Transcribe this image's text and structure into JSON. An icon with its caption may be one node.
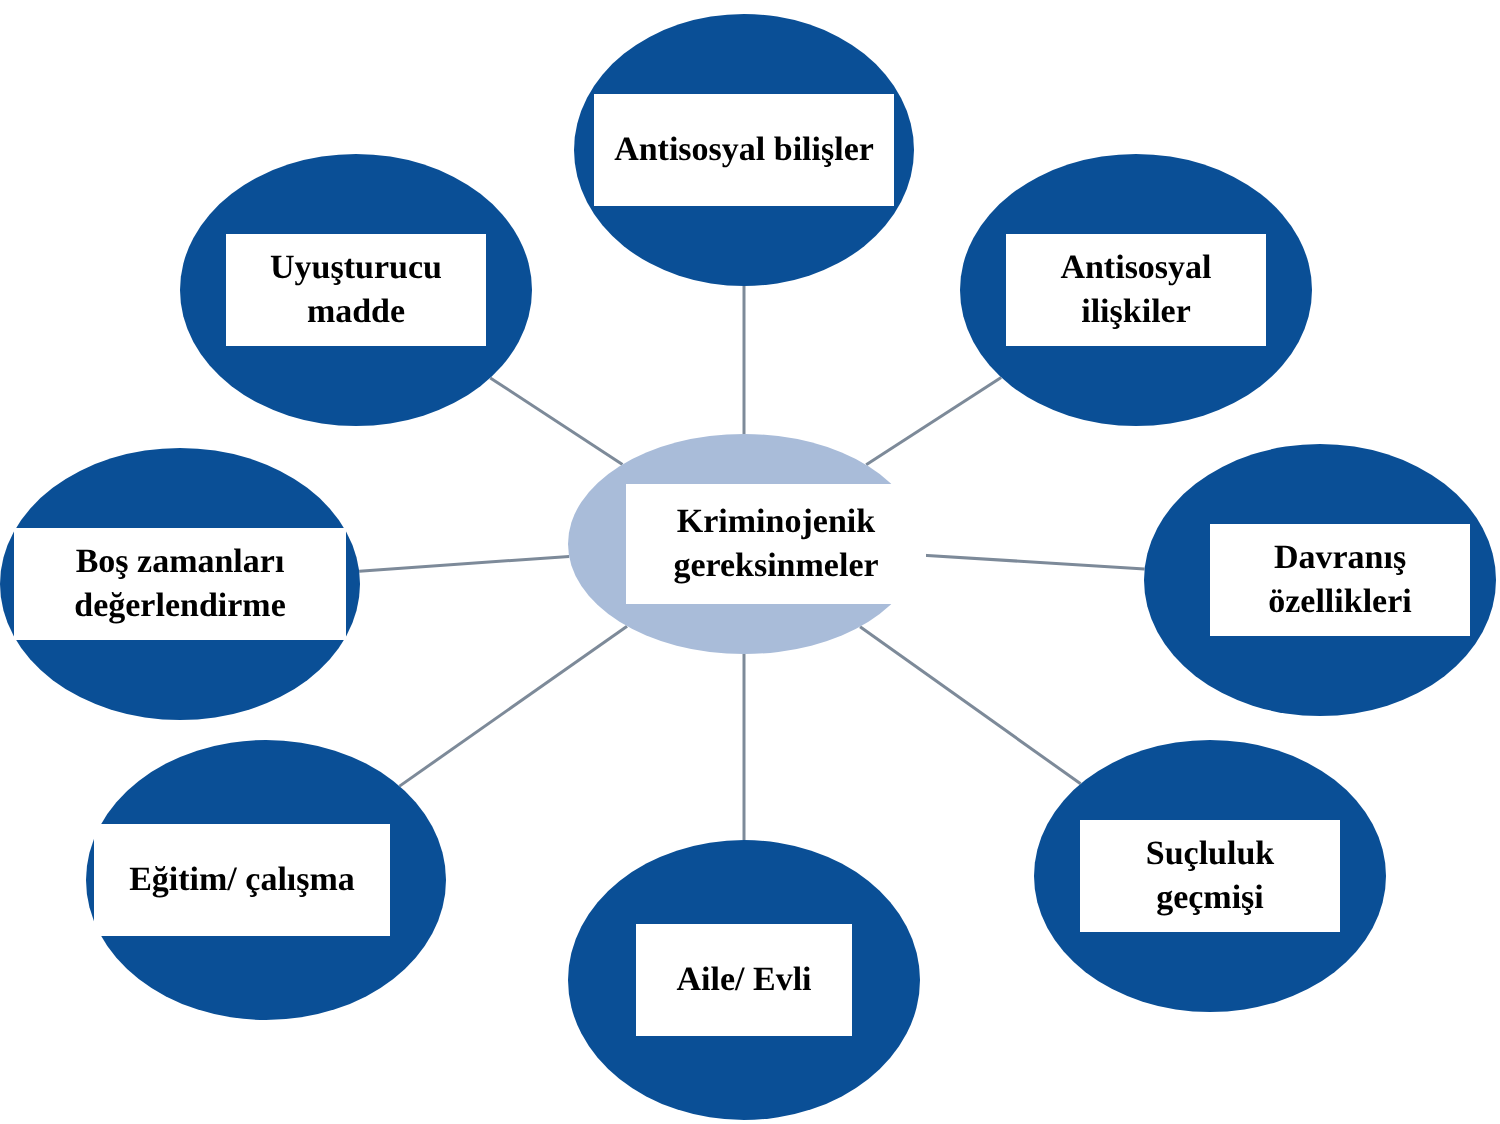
{
  "diagram": {
    "nodes": [
      {
        "text": [
          "Kriminojenik gereksinmeler"
        ]
      },
      {
        "text": [
          "Antisosyal bilişler"
        ]
      },
      {
        "text": [
          "Uyuşturucu madde"
        ]
      },
      {
        "text": [
          "Antisosyal ilişkiler"
        ]
      },
      {
        "text": [
          "Boş zamanları değerlendirme"
        ]
      },
      {
        "text": [
          "Davranış özellikleri"
        ]
      },
      {
        "text": [
          "Eğitim/ çalışma"
        ]
      },
      {
        "text": [
          "Suçluluk geçmişi"
        ]
      },
      {
        "text": [
          "Aile/ Evli"
        ]
      }
    ],
    "edges": [
      {
        "from": 0,
        "to": 1,
        "arrow": "none"
      },
      {
        "from": 0,
        "to": 2,
        "arrow": "none"
      },
      {
        "from": 0,
        "to": 3,
        "arrow": "none"
      },
      {
        "from": 0,
        "to": 4,
        "arrow": "none"
      },
      {
        "from": 0,
        "to": 5,
        "arrow": "none"
      },
      {
        "from": 0,
        "to": 6,
        "arrow": "none"
      },
      {
        "from": 0,
        "to": 7,
        "arrow": "none"
      },
      {
        "from": 0,
        "to": 8,
        "arrow": "none"
      }
    ]
  }
}
